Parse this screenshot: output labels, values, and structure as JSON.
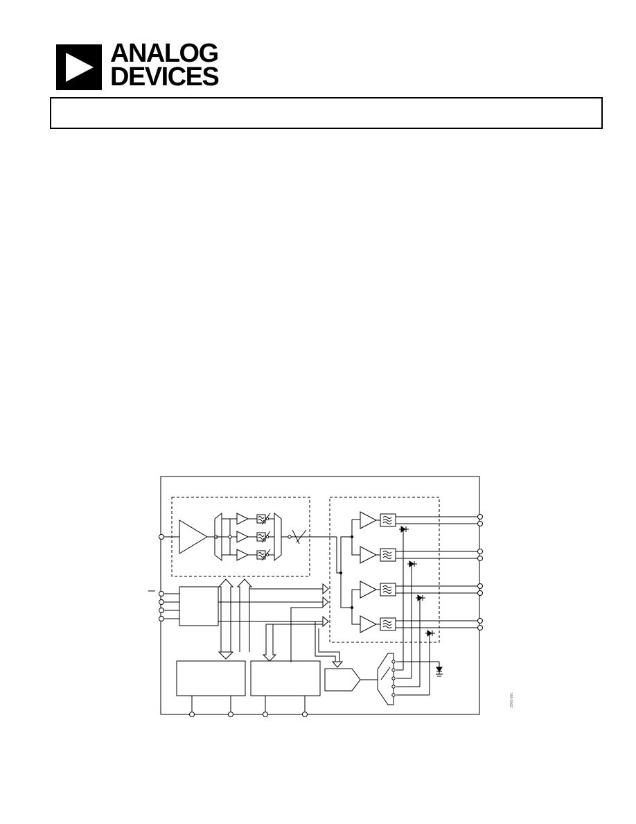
{
  "header": {
    "company_logo_line1": "ANALOG",
    "company_logo_line2": "DEVICES",
    "title_bar_text": ""
  },
  "figure": {
    "figure_code": "2005-001",
    "overbar_mark": "—"
  },
  "colors": {
    "ink": "#000000",
    "background": "#ffffff"
  }
}
